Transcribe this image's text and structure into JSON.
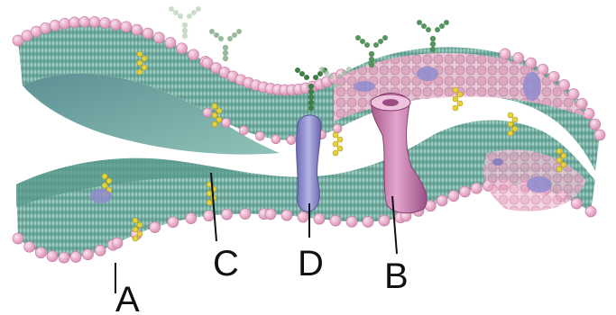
{
  "labels": {
    "A": "A",
    "B": "B",
    "C": "C",
    "D": "D"
  },
  "colors": {
    "phospholipid_head": "#e7a7c3",
    "tail": "#7fb7a9",
    "membrane_shadow": "#2f6f74",
    "channel_protein": "#c776a9",
    "integral_protein": "#8f8ccf",
    "cholesterol": "#e7d23a",
    "glycan": "#4f8f54",
    "label_line": "#111111"
  }
}
